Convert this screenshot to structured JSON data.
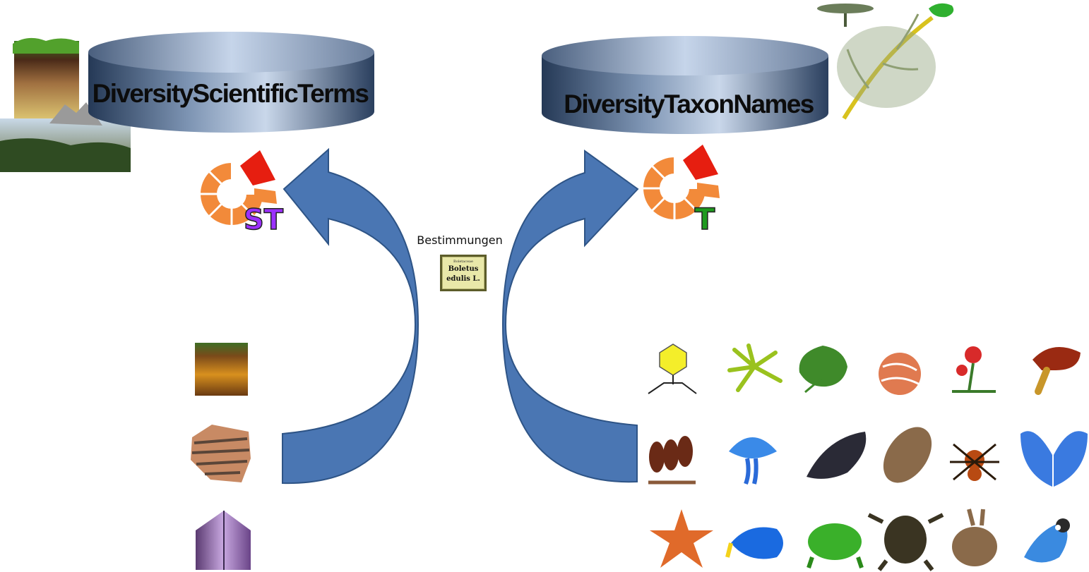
{
  "databases": {
    "scientific_terms": {
      "title": "DiversityScientificTerms",
      "logo_letters": "ST",
      "logo_color": "#9b30ff"
    },
    "taxon_names": {
      "title": "DiversityTaxonNames",
      "logo_letters": "T",
      "logo_color": "#1f9a1f"
    }
  },
  "center": {
    "label": "Bestimmungen",
    "specimen_label": {
      "family": "Boletaceae",
      "name_line1": "Boletus",
      "name_line2": "edulis L."
    }
  },
  "colors": {
    "arrow": "#4a76b3",
    "arrow_border": "#2e5486",
    "cylinder_dark": "#2a3f5e",
    "cylinder_light": "#cfdcee",
    "logo_orange": "#f28a3a",
    "logo_red": "#e61e10"
  },
  "icons": {
    "left_samples": [
      "soil-profile-icon",
      "rock-sample-icon",
      "crystal-icon"
    ],
    "right_organisms_row1": [
      "bacteriophage-icon",
      "algae-icon",
      "leaf-icon",
      "ball-organism-icon",
      "red-flower-icon",
      "mushroom-icon"
    ],
    "right_organisms_row2": [
      "sporangia-icon",
      "jellyfish-icon",
      "mussel-icon",
      "woodlouse-icon",
      "spider-icon",
      "butterfly-icon"
    ],
    "right_organisms_row3": [
      "starfish-icon",
      "fish-icon",
      "frog-icon",
      "turtle-icon",
      "rabbit-icon",
      "bird-icon"
    ]
  }
}
